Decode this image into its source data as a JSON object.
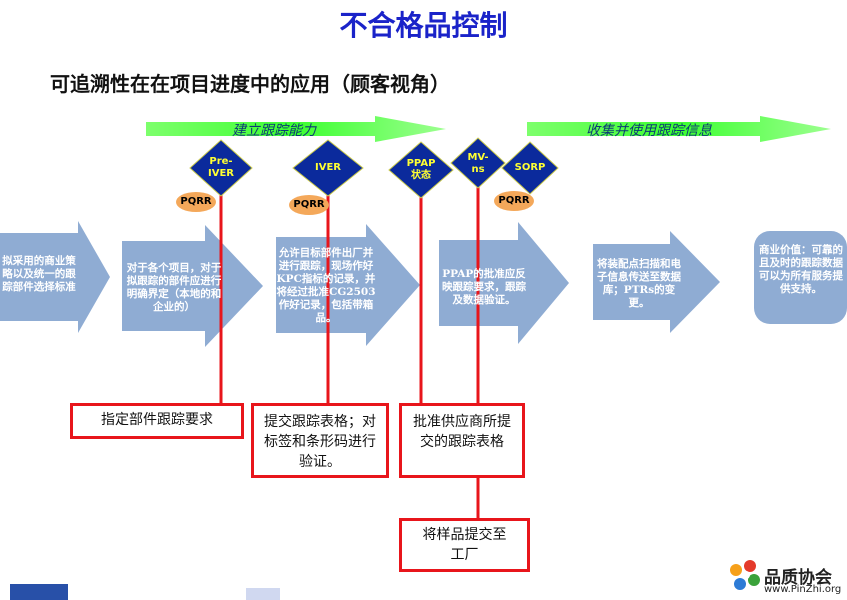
{
  "title": "不合格品控制",
  "subtitle": "可追溯性在在项目进度中的应用（顾客视角）",
  "bands": [
    {
      "label": "建立跟踪能力"
    },
    {
      "label": "收集并使用跟踪信息"
    }
  ],
  "milestones": [
    {
      "label": "Pre-IVER"
    },
    {
      "label": "IVER"
    },
    {
      "label": "PPAP状态"
    },
    {
      "label": "MV-ns"
    },
    {
      "label": "SORP"
    }
  ],
  "pqrr_labels": [
    "PQRR",
    "PQRR",
    "PQRR"
  ],
  "process_arrows": [
    {
      "text": "拟采用的商业策略以及统一的跟踪部件选择标准"
    },
    {
      "text": "对于各个项目，对于拟跟踪的部件应进行明确界定（本地的和企业的）"
    },
    {
      "text": "允许目标部件出厂并进行跟踪，现场作好KPC指标的记录，并将经过批准CG2503作好记录，包括带箱品。"
    },
    {
      "text": "PPAP的批准应反映跟踪要求，跟踪及数据验证。"
    },
    {
      "text": "将装配点扫描和电子信息传送至数据库；PTRs的变更。"
    },
    {
      "text": "商业价值：可靠的且及时的跟踪数据可以为所有服务提供支持。"
    }
  ],
  "callouts": [
    {
      "text": "指定部件跟踪要求"
    },
    {
      "text": "提交跟踪表格；对标签和条形码进行验证。"
    },
    {
      "text": "批准供应商所提交的跟踪表格"
    },
    {
      "text": "将样品提交至工厂"
    }
  ],
  "footer": {
    "brand": "品质协会",
    "url": "www.PinZhi.org"
  },
  "colors": {
    "title": "#1a23c9",
    "green_band": "#4dff3c",
    "diamond": "#0b2a9c",
    "diamond_text": "#ffff33",
    "pqrr": "#f4a85a",
    "process_arrow": "#8facd3",
    "red_line": "#e8151b"
  }
}
